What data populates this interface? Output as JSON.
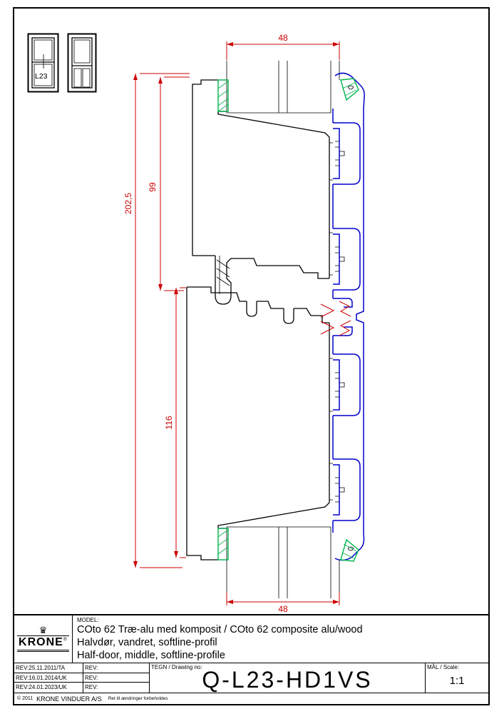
{
  "colors": {
    "line": "#000000",
    "alu": "#0000cd",
    "gasket": "#00b44c",
    "dim": "#cd0000"
  },
  "thumbnails": {
    "label": "L23"
  },
  "drawing": {
    "dim_top_width": "48",
    "dim_upper_height": "99",
    "dim_total_height": "202,5",
    "dim_lower_height": "116",
    "dim_bottom_width": "48"
  },
  "title_block": {
    "logo_text": "KRONE",
    "logo_reg": "®",
    "model_label": "MODEL:",
    "model_line1": "COto 62 Træ-alu med komposit / COto 62 composite alu/wood",
    "model_line2": "Halvdør, vandret, softline-profil",
    "model_line3": "Half-door, middle, softline-profile",
    "revisions": [
      {
        "left": "REV:25.11.2011/TA",
        "right": "REV:"
      },
      {
        "left": "REV:16.01.2014/UK",
        "right": "REV:"
      },
      {
        "left": "REV:24.01.2023/UK",
        "right": "REV:"
      }
    ],
    "drawing_no_label": "TEGN / Drawing no:",
    "drawing_no": "Q-L23-HD1VS",
    "scale_label": "MÅL / Scale:",
    "scale_value": "1:1",
    "copyright_prefix": "© 2011",
    "copyright_company": "KRONE VINDUER A/S",
    "copyright_note": "Ret til ændringer forbeholdes"
  }
}
